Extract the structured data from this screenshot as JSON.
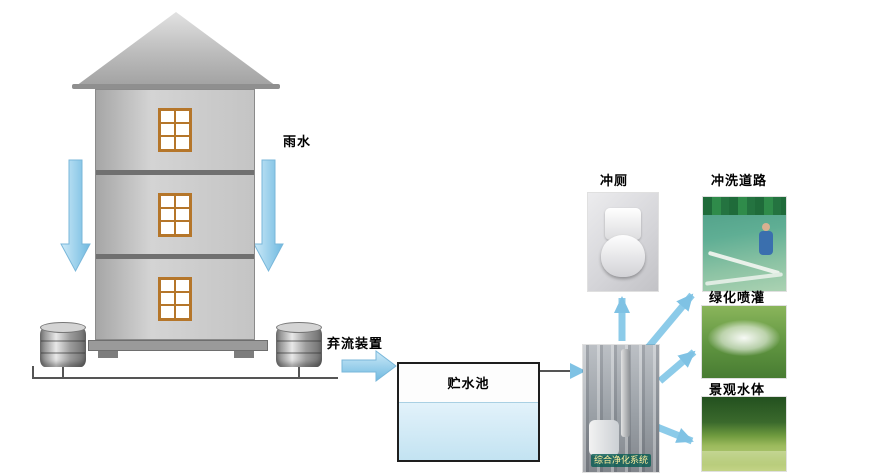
{
  "labels": {
    "rainwater": "雨水",
    "diversion_device": "弃流装置",
    "storage_tank": "贮水池",
    "purification_system": "综合净化系统",
    "toilet": "冲厕",
    "road_washing": "冲洗道路",
    "green_irrigation": "绿化喷灌",
    "landscape_water": "景观水体"
  },
  "colors": {
    "arrow_blue": "#7fc2e4",
    "water_fill": "#c3e3f2",
    "wall_gray": "#c4c4c4",
    "window_frame": "#b5762a",
    "purification_label_bg": "#085c52",
    "purification_label_text": "#ffef9e"
  }
}
